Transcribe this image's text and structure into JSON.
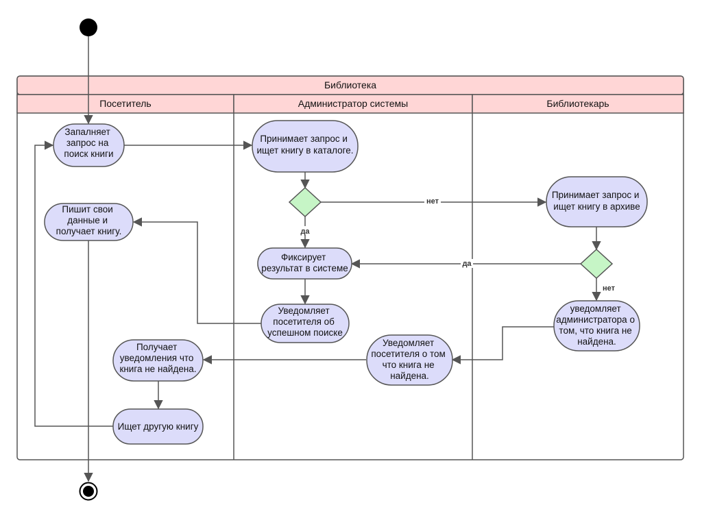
{
  "pool": {
    "title": "Библиотека"
  },
  "lanes": [
    "Посетитель",
    "Администратор системы",
    "Библиотекарь"
  ],
  "actions": {
    "fill_request": [
      "Запалняет",
      "запрос на",
      "поиск книги"
    ],
    "accept_request_catalog": [
      "Принимает запрос и",
      "ищет книгу в каталоге."
    ],
    "accept_request_archive": [
      "Принимает запрос и",
      "ищет книгу в архиве"
    ],
    "record_result": [
      "Фиксирует",
      "результат в системе"
    ],
    "notify_success": [
      "Уведомляет",
      "посетителя об",
      "успешном поиске"
    ],
    "write_data": [
      "Пишит свои",
      "данные и",
      "получает книгу."
    ],
    "notify_admin": [
      "уведомляет",
      "администратора о",
      "том, что книга не",
      "найдена."
    ],
    "notify_not_found": [
      "Уведомляет",
      "посетителя о том",
      "что книга не",
      "найдена."
    ],
    "receive_notification": [
      "Получает",
      "уведомления что",
      "книга не найдена."
    ],
    "search_other": [
      "Ищет другую книгу"
    ]
  },
  "edge_labels": {
    "yes": "да",
    "no": "нет"
  },
  "colors": {
    "action_fill": "#dcdcfa",
    "decision_fill": "#c6f5c6",
    "header_fill": "#ffd6d6",
    "stroke": "#555555"
  }
}
